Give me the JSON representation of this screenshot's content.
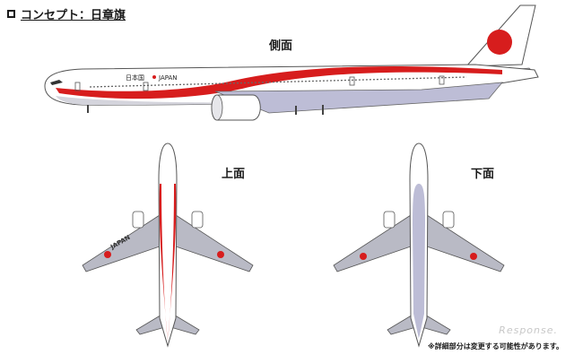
{
  "header": {
    "title": "コンセプト：日章旗"
  },
  "views": {
    "side_label": "側面",
    "top_label": "上面",
    "bottom_label": "下面"
  },
  "livery": {
    "fuselage_text_jp": "日本国",
    "fuselage_text_en": "JAPAN",
    "wing_text": "JAPAN",
    "colors": {
      "red": "#d71d1d",
      "gray": "#b9bac5",
      "lavender": "#bdbdd6",
      "white": "#ffffff",
      "outline": "#555555"
    }
  },
  "footnote": "※詳細部分は変更する可能性があります。",
  "watermark": "Response."
}
